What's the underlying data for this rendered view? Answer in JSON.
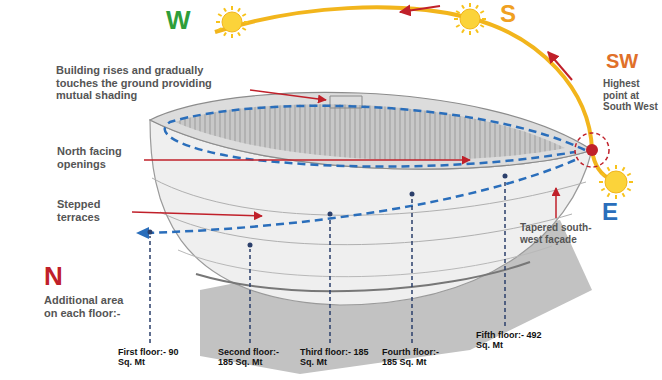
{
  "diagram": {
    "labels": [
      "W",
      "S",
      "SW",
      "Highest point at South West",
      "Building rises and gradually touches the ground providing mutual shading",
      "North facing openings",
      "Stepped terraces",
      "Tapered south-west façade",
      "E",
      "N",
      "Additional area on each floor:-",
      "First floor:- 90 Sq. Mt",
      "Second floor:- 185 Sq. Mt",
      "Third floor:- 185 Sq. Mt",
      "Fourth floor:- 185 Sq. Mt",
      "Fifth floor:- 492 Sq. Mt"
    ]
  }
}
